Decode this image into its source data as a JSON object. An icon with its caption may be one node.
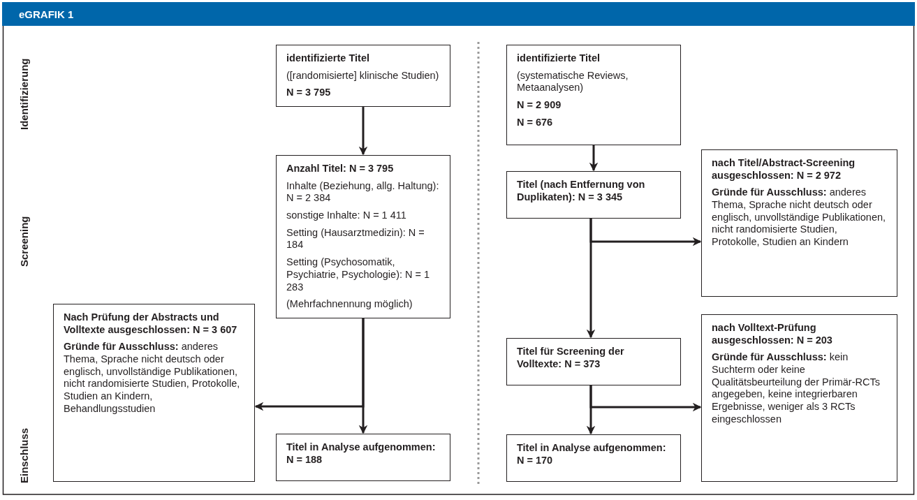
{
  "diagram": {
    "title": "eGRAFIK 1",
    "nodes": [
      {
        "text": [
          "identifizierte Titel",
          "([randomisierte] klinische Studien)",
          "N = 3 795"
        ]
      },
      {
        "text": [
          "Anzahl Titel: N = 3 795",
          "Inhalte (Beziehung, allg. Haltung): N = 2 384",
          "sonstige Inhalte: N = 1 411",
          "Setting (Hausarztmedizin): N = 184",
          "Setting (Psychosomatik, Psychiatrie, Psychologie): N = 1 283",
          "(Mehrfachnennung möglich)"
        ]
      },
      {
        "text": [
          "Nach Prüfung der Abstracts und Volltexte ausgeschlossen: N = 3 607",
          "**Gründe für Ausschluss:** anderes Thema, Sprache nicht deutsch oder englisch, unvollständige Publikationen, nicht randomisierte Studien, Protokolle, Studien an Kindern, Behandlungsstudien"
        ]
      },
      {
        "text": [
          "Titel in Analyse aufgenommen: N = 188"
        ]
      },
      {
        "text": [
          "identifizierte Titel",
          "(systematische Reviews, Metaanalysen)",
          "N = 2 909",
          "N = 676"
        ]
      },
      {
        "text": [
          "Titel (nach Entfernung von Duplikaten): N = 3 345"
        ]
      },
      {
        "text": [
          "nach Titel/Abstract-Screening ausgeschlossen: N = 2 972",
          "**Gründe für Ausschluss:** anderes Thema, Sprache nicht deutsch oder englisch, unvollständige Publikationen, nicht randomisierte Studien, Protokolle, Studien an Kindern"
        ]
      },
      {
        "text": [
          "Titel für Screening der Volltexte: N = 373"
        ]
      },
      {
        "text": [
          "nach Volltext-Prüfung ausgeschlossen: N = 203",
          "**Gründe für Ausschluss:** kein Suchterm oder keine Qualitätsbeurteilung der Primär-RCTs angegeben, keine integrierbaren Ergebnisse, weniger als 3 RCTs eingeschlossen"
        ]
      },
      {
        "text": [
          "Titel in Analyse aufgenommen: N = 170"
        ]
      }
    ],
    "edges": [
      {
        "from": 0,
        "to": 1,
        "arrow": "to"
      },
      {
        "from": 1,
        "to": 2,
        "arrow": "to"
      },
      {
        "from": 1,
        "to": 3,
        "arrow": "to"
      },
      {
        "from": 4,
        "to": 5,
        "arrow": "to"
      },
      {
        "from": 5,
        "to": 6,
        "arrow": "to"
      },
      {
        "from": 5,
        "to": 7,
        "arrow": "to"
      },
      {
        "from": 7,
        "to": 8,
        "arrow": "to"
      },
      {
        "from": 7,
        "to": 9,
        "arrow": "to"
      }
    ],
    "labels": [
      "Identifizierung",
      "Screening",
      "Einschluss"
    ]
  }
}
